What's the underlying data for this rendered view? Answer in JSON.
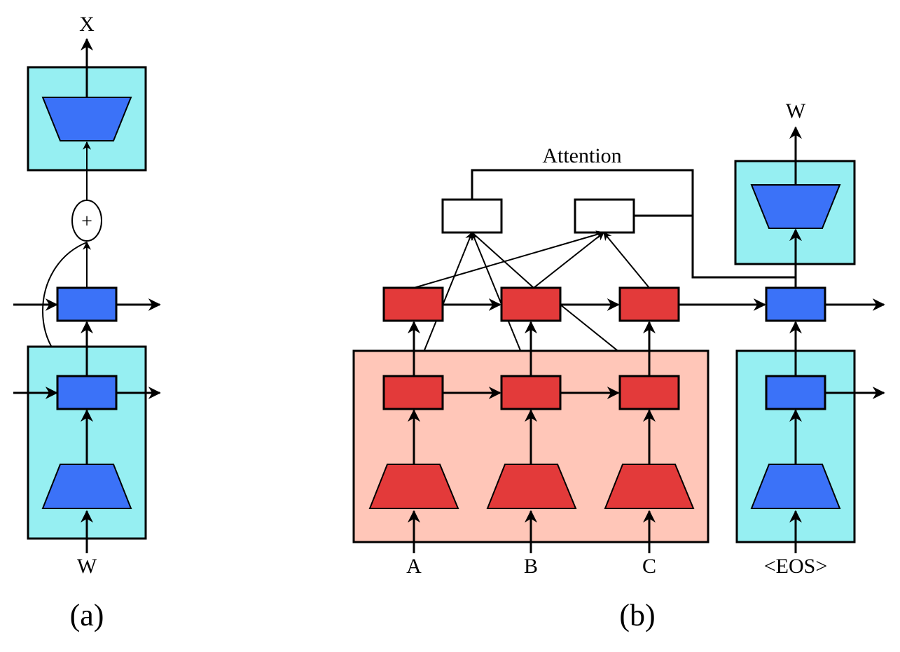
{
  "colors": {
    "cyan_box": "#96EFF2",
    "blue_block": "#3B72F8",
    "red_block": "#E33A3A",
    "salmon_box": "#FFC6B8",
    "white_block": "#FFFFFF",
    "line": "#000000"
  },
  "panel_a": {
    "caption": "(a)",
    "output_label": "X",
    "input_label": "W",
    "sum_symbol": "+"
  },
  "panel_b": {
    "caption": "(b)",
    "attention_label": "Attention",
    "output_label": "W",
    "encoder_inputs": [
      "A",
      "B",
      "C"
    ],
    "decoder_input": "<EOS>"
  }
}
